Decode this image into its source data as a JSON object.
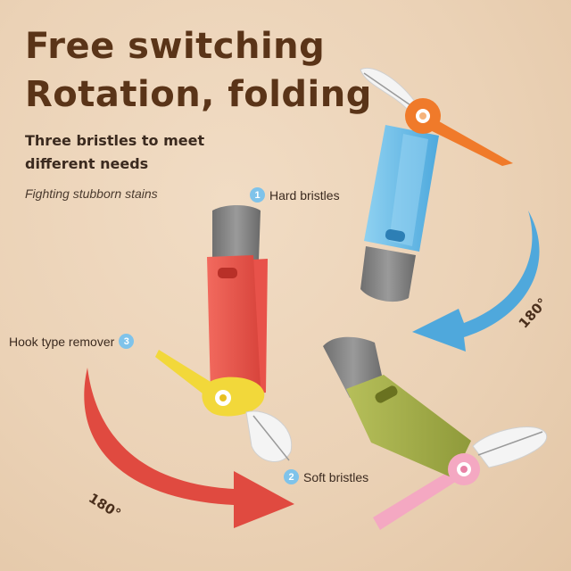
{
  "headline": {
    "line1": "Free switching",
    "line2": "Rotation, folding"
  },
  "subheading": {
    "line1": "Three bristles to meet",
    "line2": "different needs"
  },
  "tagline": "Fighting stubborn stains",
  "callouts": [
    {
      "number": "1",
      "label": "Hard bristles"
    },
    {
      "number": "2",
      "label": "Soft bristles"
    },
    {
      "number": "3",
      "label": "Hook type remover"
    }
  ],
  "rotation_labels": {
    "top_right": "180°",
    "bottom_left": "180°"
  },
  "colors": {
    "headline": "#5a3418",
    "badge": "#7fc3ea",
    "blue_brush": "#6fbfe6",
    "red_brush": "#e8524a",
    "green_brush": "#a4ad48",
    "arrow_blue": "#4fa8dc",
    "arrow_red": "#e04a40"
  }
}
